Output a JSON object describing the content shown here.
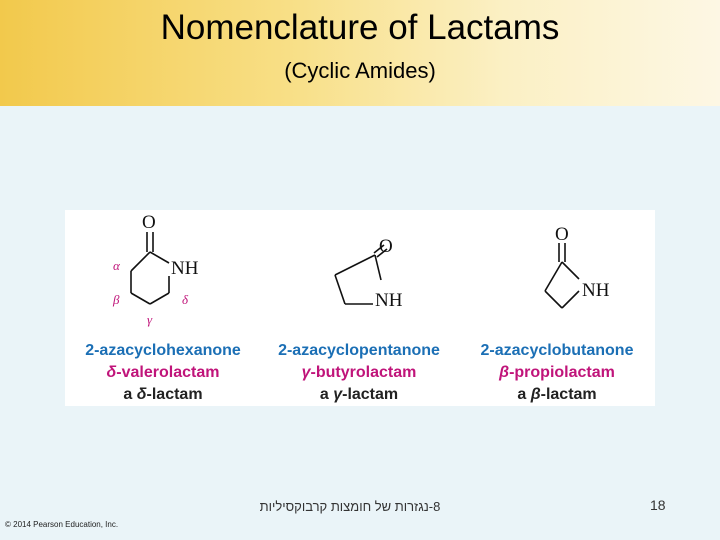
{
  "slide": {
    "title": "Nomenclature of Lactams",
    "subtitle": "(Cyclic Amides)",
    "page_number": "18",
    "footer_text": "8-נגזרות של חומצות קרבוקסיליות",
    "copyright": "© 2014 Pearson Education, Inc."
  },
  "molecules": [
    {
      "atom_o": "O",
      "atom_nh": "NH",
      "greek": {
        "alpha": "α",
        "beta": "β",
        "gamma": "γ",
        "delta": "δ"
      },
      "name_systematic": "2-azacyclohexanone",
      "name_common_greek": "δ",
      "name_common_rest": "-valerolactam",
      "name_class_prefix": "a ",
      "name_class_greek": "δ",
      "name_class_rest": "-lactam"
    },
    {
      "atom_o": "O",
      "atom_nh": "NH",
      "name_systematic": "2-azacyclopentanone",
      "name_common_greek": "γ",
      "name_common_rest": "-butyrolactam",
      "name_class_prefix": "a ",
      "name_class_greek": "γ",
      "name_class_rest": "-lactam"
    },
    {
      "atom_o": "O",
      "atom_nh": "NH",
      "name_systematic": "2-azacyclobutanone",
      "name_common_greek": "β",
      "name_common_rest": "-propiolactam",
      "name_class_prefix": "a ",
      "name_class_greek": "β",
      "name_class_rest": "-lactam"
    }
  ],
  "colors": {
    "header_gold": "#f2c94c",
    "background": "#eaf4f8",
    "systematic_name": "#1b6fb5",
    "common_name": "#c0147a"
  }
}
